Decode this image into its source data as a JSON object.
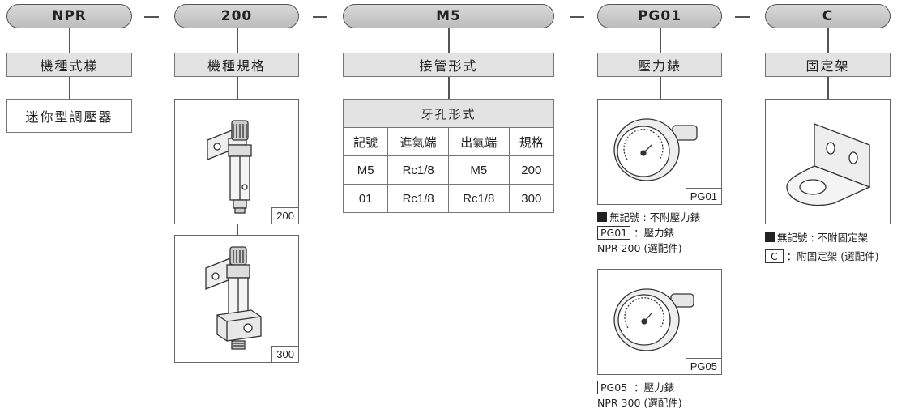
{
  "segments": [
    {
      "code": "NPR",
      "label": "機種式樣",
      "value": "迷你型調壓器"
    },
    {
      "code": "200",
      "label": "機種規格",
      "images": [
        {
          "tag": "200"
        },
        {
          "tag": "300"
        }
      ]
    },
    {
      "code": "M5",
      "label": "接管形式"
    },
    {
      "code": "PG01",
      "label": "壓力錶",
      "images": [
        {
          "tag": "PG01"
        },
        {
          "tag": "PG05"
        }
      ]
    },
    {
      "code": "C",
      "label": "固定架"
    }
  ],
  "separator": "—",
  "thread_table": {
    "title": "牙孔形式",
    "headers": [
      "記號",
      "進氣端",
      "出氣端",
      "規格"
    ],
    "rows": [
      [
        "M5",
        "Rc1/8",
        "M5",
        "200"
      ],
      [
        "01",
        "Rc1/8",
        "Rc1/8",
        "300"
      ]
    ]
  },
  "gauge_notes": {
    "none": "無記號 : 不附壓力錶",
    "pg01_code": "PG01",
    "pg01_text": "：壓力錶",
    "pg01_model": "NPR 200 (選配件)",
    "pg05_code": "PG05",
    "pg05_text": "：壓力錶",
    "pg05_model": "NPR 300 (選配件)"
  },
  "bracket_notes": {
    "none": "無記號 : 不附固定架",
    "c_code": "C",
    "c_text": "：附固定架 (選配件)"
  }
}
